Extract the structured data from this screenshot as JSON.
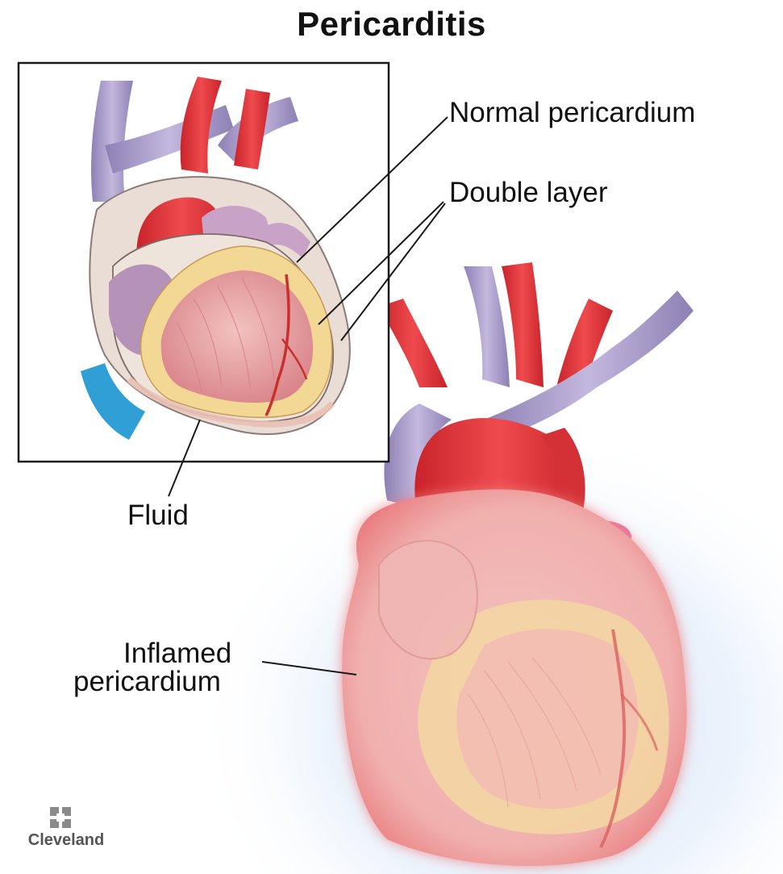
{
  "title": "Pericarditis",
  "labels": {
    "normal": "Normal pericardium",
    "double": "Double layer",
    "fluid": "Fluid",
    "inflamed_line1": "Inflamed",
    "inflamed_line2": "pericardium"
  },
  "logo": {
    "text": "Cleveland",
    "icon": "cleveland-clinic-logo-icon"
  },
  "colors": {
    "artery": "#e0383c",
    "vein": "#a99bc8",
    "muscle": "#e7a4a8",
    "fat": "#f1d69a",
    "pericardium": "#e6dcd8",
    "inflamed_glow": "#ef6a6e",
    "background_glow": "#dbe9f8"
  }
}
